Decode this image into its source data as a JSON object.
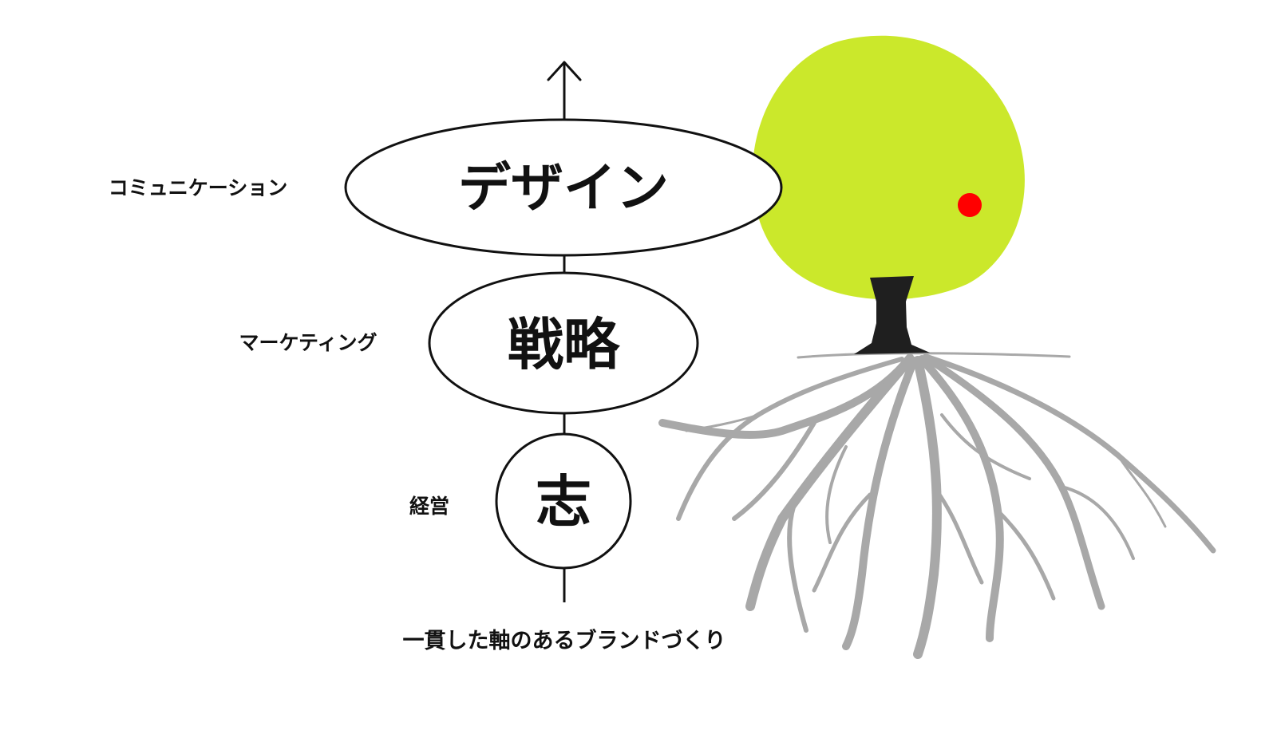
{
  "colors": {
    "ink": "#111111",
    "foliage": "#cbe82b",
    "fruit": "#ff0000",
    "roots": "#a8a8a8",
    "trunk": "#1f1f1f"
  },
  "layers": [
    {
      "core": "デザイン",
      "side": "コミュニケーション"
    },
    {
      "core": "戦略",
      "side": "マーケティング"
    },
    {
      "core": "志",
      "side": "経営"
    }
  ],
  "caption": "一貫した軸のあるブランドづくり"
}
